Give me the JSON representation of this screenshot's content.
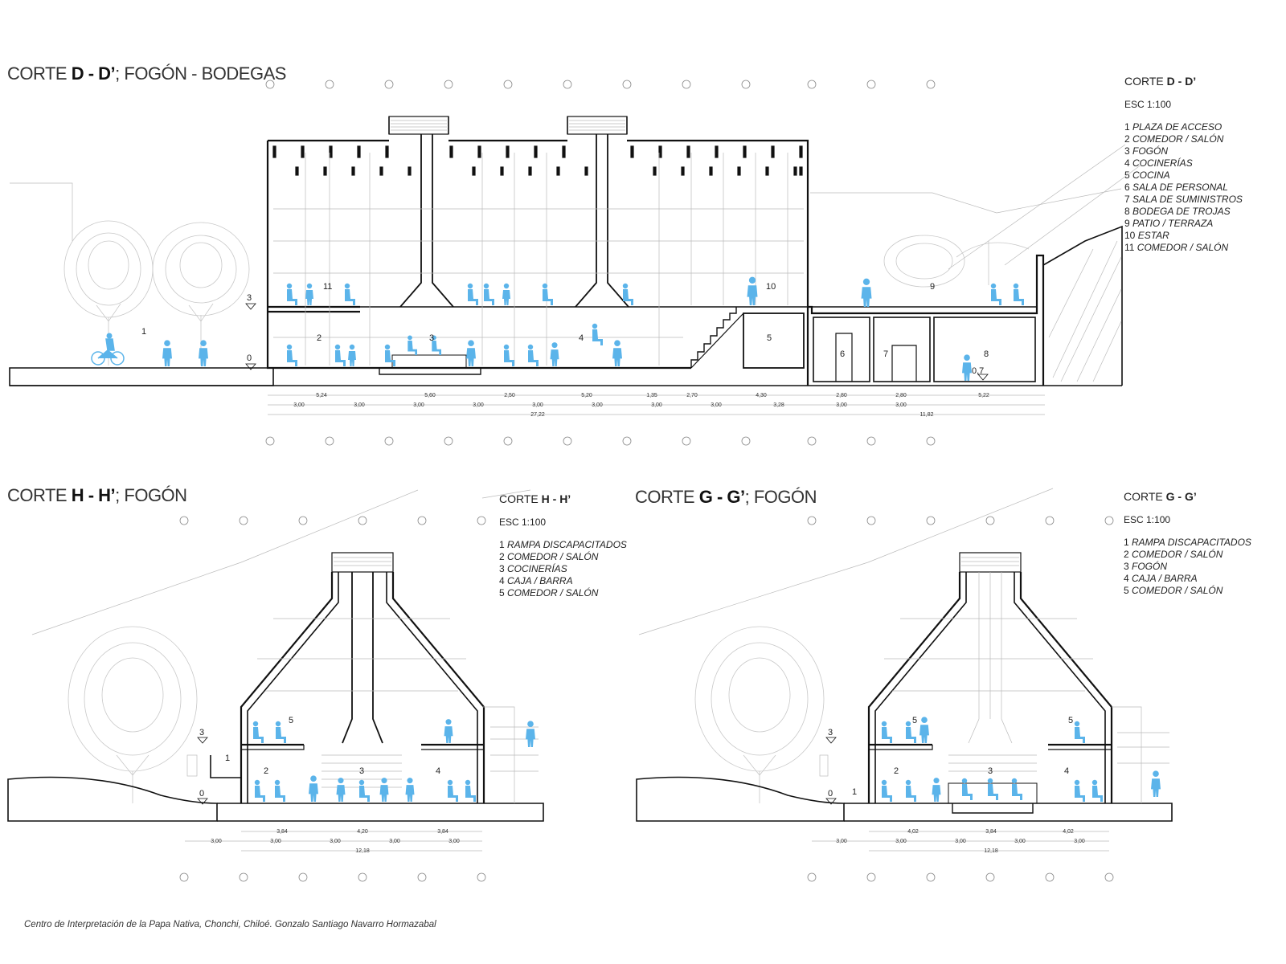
{
  "section_dd": {
    "title_prefix": "CORTE ",
    "title_bold": "D - D’",
    "title_suffix": "; FOGÓN - BODEGAS",
    "legend_prefix": "CORTE ",
    "legend_bold": "D - D’",
    "scale": "ESC 1:100",
    "legend": [
      {
        "n": "1",
        "label": "PLAZA DE ACCESO"
      },
      {
        "n": "2",
        "label": "COMEDOR / SALÓN"
      },
      {
        "n": "3",
        "label": "FOGÓN"
      },
      {
        "n": "4",
        "label": "COCINERÍAS"
      },
      {
        "n": "5",
        "label": "COCINA"
      },
      {
        "n": "6",
        "label": "SALA DE PERSONAL"
      },
      {
        "n": "7",
        "label": "SALA DE SUMINISTROS"
      },
      {
        "n": "8",
        "label": "BODEGA DE TROJAS"
      },
      {
        "n": "9",
        "label": "PATIO / TERRAZA"
      },
      {
        "n": "10",
        "label": "ESTAR"
      },
      {
        "n": "11",
        "label": "COMEDOR / SALÓN"
      }
    ],
    "room_numbers": [
      "1",
      "2",
      "3",
      "4",
      "5",
      "6",
      "7",
      "8",
      "9",
      "10",
      "11"
    ],
    "level_marks": [
      "3",
      "0",
      "0,7"
    ],
    "dims_top": [
      "5,24",
      "5,60",
      "2,50",
      "5,20",
      "1,35",
      "2,70",
      "4,30",
      "2,80",
      "2,80",
      "5,22"
    ],
    "dims_mid": [
      "3,00",
      "3,00",
      "3,00",
      "3,00",
      "3,00",
      "3,00",
      "3,00",
      "3,00",
      "3,28",
      "3,00",
      "3,00"
    ],
    "dims_total": [
      "27,22",
      "11,82"
    ]
  },
  "section_hh": {
    "title_prefix": "CORTE ",
    "title_bold": "H - H’",
    "title_suffix": "; FOGÓN",
    "legend_prefix": "CORTE ",
    "legend_bold": "H - H’",
    "scale": "ESC 1:100",
    "legend": [
      {
        "n": "1",
        "label": "RAMPA DISCAPACITADOS"
      },
      {
        "n": "2",
        "label": "COMEDOR / SALÓN"
      },
      {
        "n": "3",
        "label": "COCINERÍAS"
      },
      {
        "n": "4",
        "label": "CAJA / BARRA"
      },
      {
        "n": "5",
        "label": "COMEDOR / SALÓN"
      }
    ],
    "room_numbers": [
      "1",
      "2",
      "3",
      "4",
      "5"
    ],
    "level_marks": [
      "3",
      "0"
    ],
    "dims_top": [
      "3,84",
      "4,20",
      "3,84"
    ],
    "dims_mid": [
      "3,00",
      "3,00",
      "3,00",
      "3,00",
      "3,00"
    ],
    "dims_total": [
      "12,18"
    ]
  },
  "section_gg": {
    "title_prefix": "CORTE ",
    "title_bold": "G - G’",
    "title_suffix": "; FOGÓN",
    "legend_prefix": "CORTE ",
    "legend_bold": "G - G’",
    "scale": "ESC 1:100",
    "legend": [
      {
        "n": "1",
        "label": "RAMPA DISCAPACITADOS"
      },
      {
        "n": "2",
        "label": "COMEDOR / SALÓN"
      },
      {
        "n": "3",
        "label": "FOGÓN"
      },
      {
        "n": "4",
        "label": "CAJA / BARRA"
      },
      {
        "n": "5",
        "label": "COMEDOR / SALÓN"
      }
    ],
    "room_numbers": [
      "1",
      "2",
      "3",
      "4",
      "5",
      "5"
    ],
    "level_marks": [
      "3",
      "0"
    ],
    "dims_top": [
      "4,02",
      "3,84",
      "4,02"
    ],
    "dims_mid": [
      "3,00",
      "3,00",
      "3,00",
      "3,00",
      "3,00"
    ],
    "dims_total": [
      "12,18"
    ]
  },
  "caption": "Centro de Interpretación de la Papa Nativa, Chonchi, Chiloé. Gonzalo Santiago Navarro Hormazabal",
  "colors": {
    "figures": "#5bb4ea",
    "lines": "#111111",
    "faint": "#bbbbbb"
  }
}
